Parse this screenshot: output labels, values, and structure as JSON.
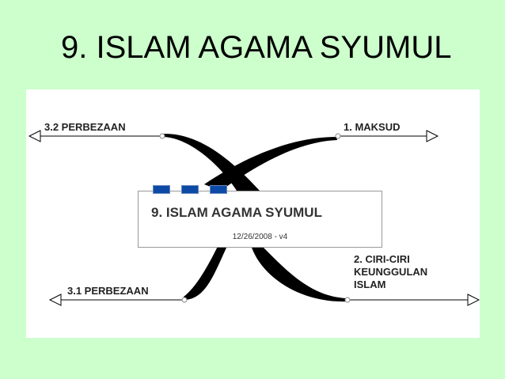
{
  "slide": {
    "title": "9. ISLAM AGAMA SYUMUL",
    "background_color": "#ccffcc"
  },
  "mindmap": {
    "center": {
      "title": "9. ISLAM AGAMA SYUMUL",
      "date": "12/26/2008 - v4",
      "marker_color": "#0c4aa6",
      "marker_count": 3
    },
    "branches": [
      {
        "id": "maksud",
        "label": "1. MAKSUD"
      },
      {
        "id": "ciri",
        "label_lines": [
          "2. CIRI-CIRI",
          "KEUNGGULAN",
          "ISLAM"
        ]
      },
      {
        "id": "perbezaan-31",
        "label": "3.1 PERBEZAAN"
      },
      {
        "id": "perbezaan-32",
        "label": "3.2 PERBEZAAN"
      }
    ]
  }
}
